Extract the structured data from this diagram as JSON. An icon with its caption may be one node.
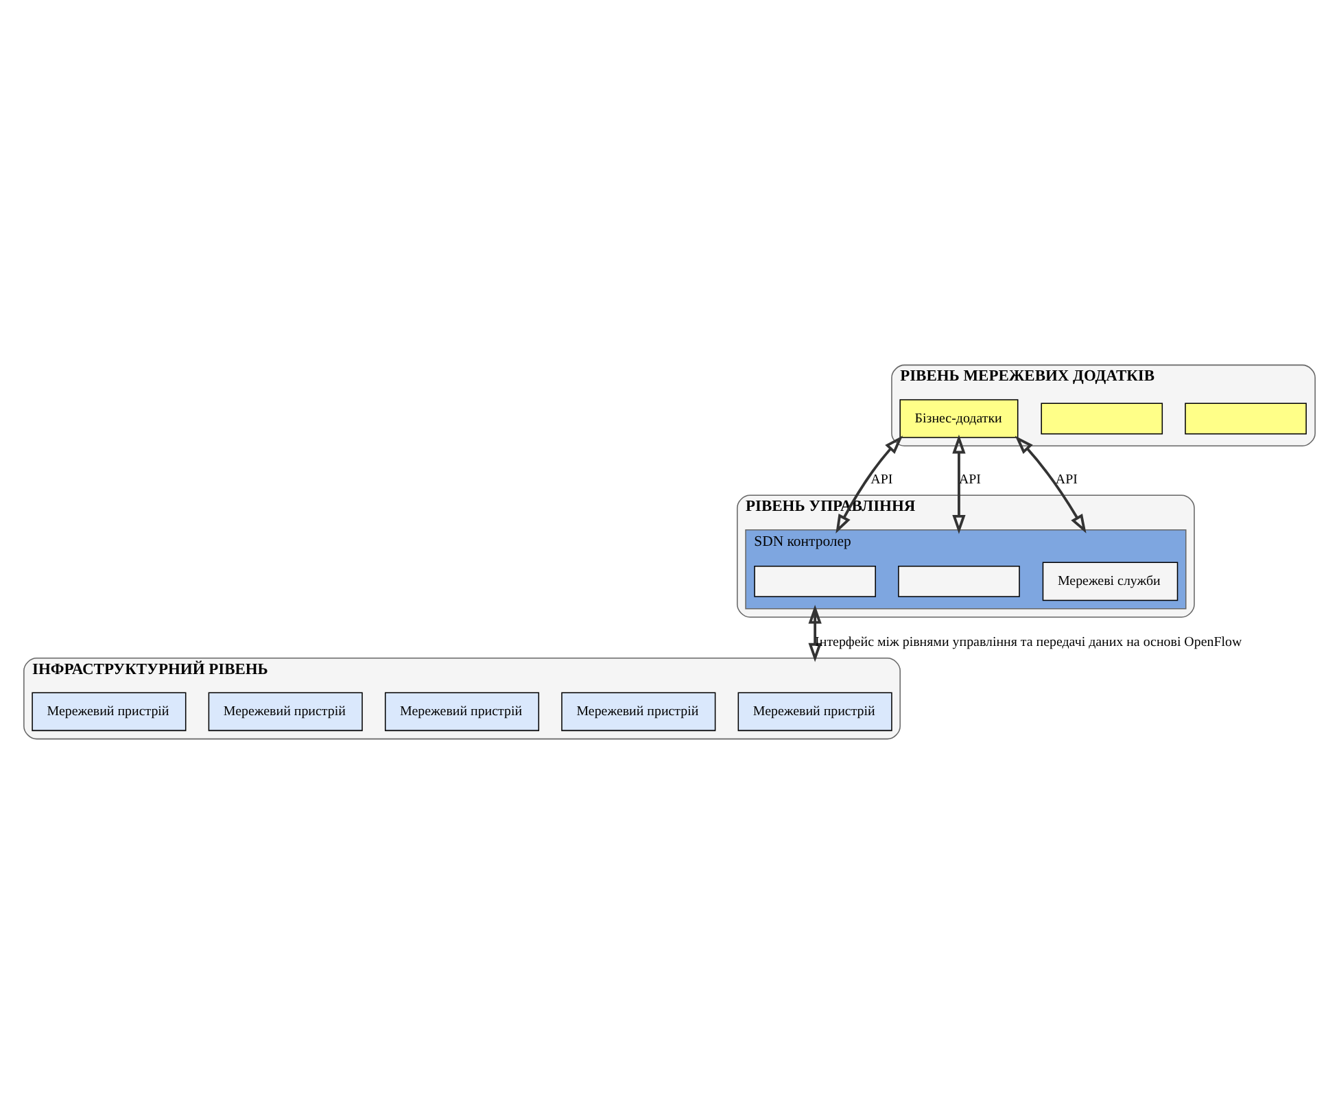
{
  "diagram": {
    "nodes": [
      {
        "text": [
          "РІВЕНЬ МЕРЕЖЕВИХ ДОДАТКІВ"
        ]
      },
      {
        "text": [],
        "shape": "box",
        "in": 0
      },
      {
        "text": [],
        "shape": "box",
        "in": 0
      },
      {
        "text": [
          "Бізнес-додатки"
        ],
        "in": 0
      },
      {
        "text": [
          "РІВЕНЬ УПРАВЛІННЯ"
        ]
      },
      {
        "text": [
          "SDN контролер"
        ],
        "in": 4
      },
      {
        "text": [],
        "shape": "box",
        "in": 5
      },
      {
        "text": [],
        "shape": "box",
        "in": 5
      },
      {
        "text": [
          "Мережеві служби"
        ],
        "in": 5
      },
      {
        "text": [
          "ІНФРАСТРУКТУРНИЙ РІВЕНЬ"
        ]
      },
      {
        "text": [
          "Мережевий пристрій"
        ],
        "in": 9
      },
      {
        "text": [
          "Мережевий пристрій"
        ],
        "in": 9
      },
      {
        "text": [
          "Мережевий пристрій"
        ],
        "in": 9
      },
      {
        "text": [
          "Мережевий пристрій"
        ],
        "in": 9
      },
      {
        "text": [
          "Мережевий пристрій"
        ],
        "in": 9
      }
    ],
    "edges": [
      {
        "from": 3,
        "to": 5,
        "arrow": "both",
        "label": "API"
      },
      {
        "from": 3,
        "to": 5,
        "arrow": "both",
        "label": "API"
      },
      {
        "from": 3,
        "to": 5,
        "arrow": "both",
        "label": "API"
      },
      {
        "from": 5,
        "to": 9,
        "arrow": "both",
        "label": "Інтерфейс між рівнями управління та передачі даних на основі OpenFlow"
      }
    ]
  }
}
